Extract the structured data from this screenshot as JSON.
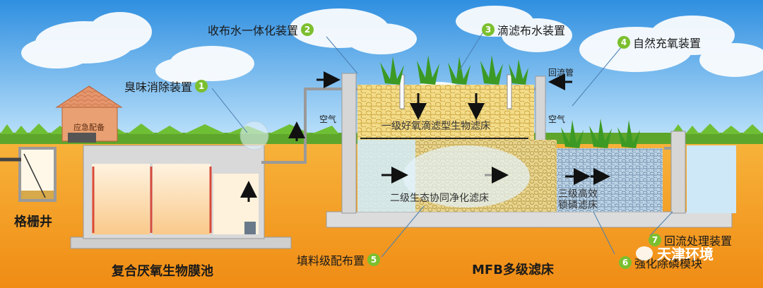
{
  "colors": {
    "sky_top": "#2f8fe0",
    "sky_bottom": "#bfe3fb",
    "ground": "#f5a623",
    "grass": "#5ea52c",
    "water": "#cfe8f7",
    "tank_wall": "#d9d9d9",
    "accent": "#7cbf2e"
  },
  "labels": {
    "grating_well": "格栅井",
    "anaerobic_tank": "复合厌氧生物膜池",
    "mfb_filter": "MFB多级滤床",
    "emergency": "应急配备",
    "return_pipe": "回流管",
    "air_left": "空气",
    "air_right": "空气",
    "stage1": "一级好氧滴滤型生物滤床",
    "stage2": "二级生态协同净化滤床",
    "stage3_line1": "三级高效",
    "stage3_line2": "锁磷滤床",
    "watermark": "天津环境"
  },
  "callouts": [
    {
      "num": "1",
      "text": "臭味消除装置"
    },
    {
      "num": "2",
      "text": "收布水一体化装置"
    },
    {
      "num": "3",
      "text": "滴滤布水装置"
    },
    {
      "num": "4",
      "text": "自然充氧装置"
    },
    {
      "num": "5",
      "text": "填料级配布置"
    },
    {
      "num": "6",
      "text": "强化除磷模块"
    },
    {
      "num": "7",
      "text": "回流处理装置"
    }
  ]
}
